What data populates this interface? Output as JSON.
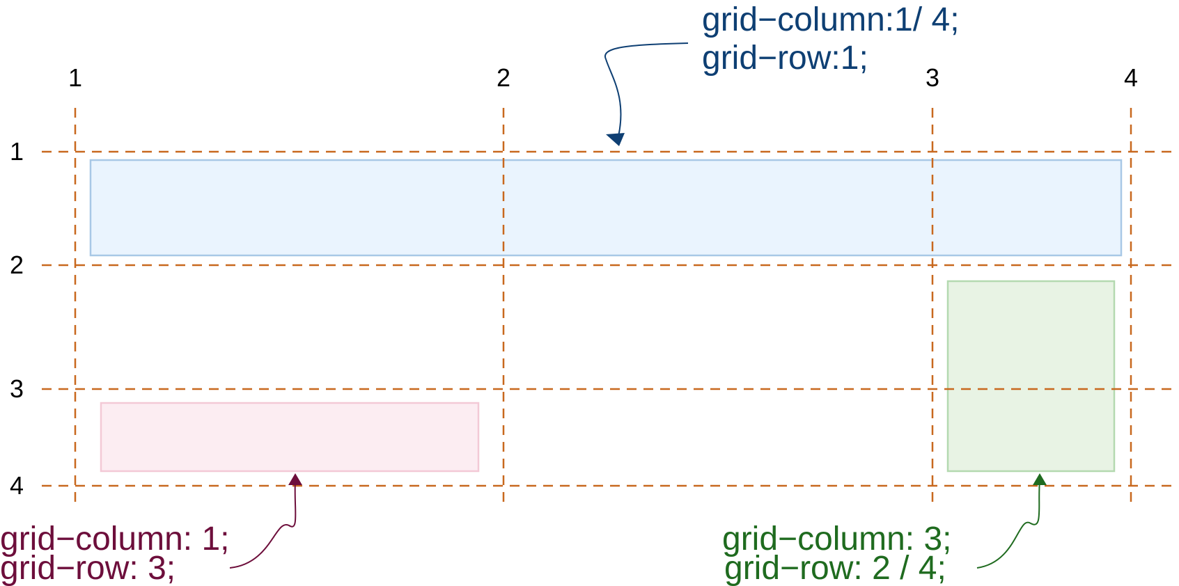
{
  "colors": {
    "grid_line": "#c8681e",
    "blue_annotation": "#0e3f73",
    "blue_fill": "#eaf4fe",
    "blue_border": "#a8c8e6",
    "green_annotation": "#1f6b1f",
    "green_fill": "#e8f3e4",
    "green_border": "#b4d9b0",
    "red_annotation": "#6d0e3b",
    "red_fill": "#fcedf2",
    "red_border": "#f3c9d6"
  },
  "column_line_labels": [
    "1",
    "2",
    "3",
    "4"
  ],
  "row_line_labels": [
    "1",
    "2",
    "3",
    "4"
  ],
  "annotations": {
    "blue": {
      "line1": "grid−column:1/ 4;",
      "line2": "grid−row:1;"
    },
    "red": {
      "line1": "grid−column: 1;",
      "line2": "grid−row: 3;"
    },
    "green": {
      "line1": "grid−column: 3;",
      "line2": "grid−row: 2 / 4;"
    }
  }
}
